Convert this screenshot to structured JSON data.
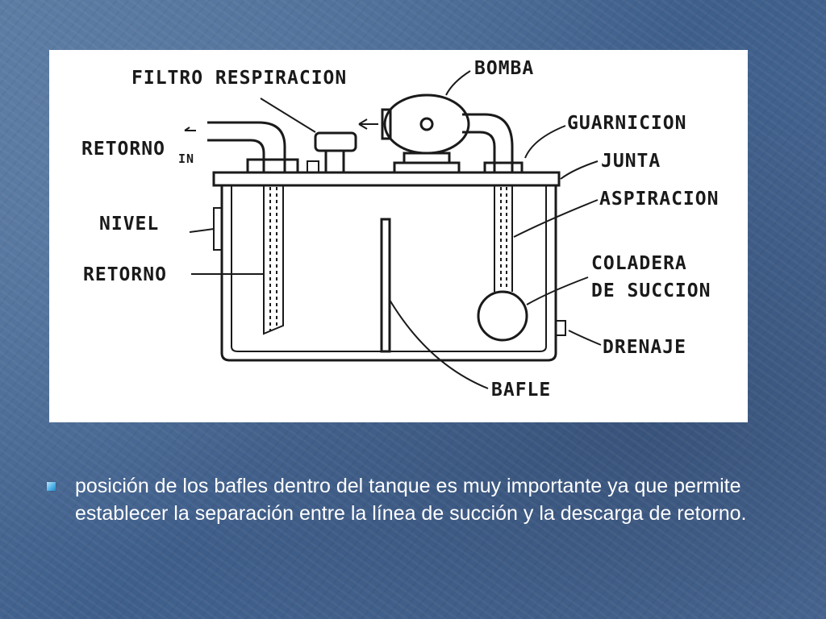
{
  "diagram": {
    "labels": {
      "filtro": "FILTRO RESPIRACION",
      "bomba": "BOMBA",
      "guarnicion": "GUARNICION",
      "junta": "JUNTA",
      "aspiracion": "ASPIRACION",
      "retorno_in": "RETORNO",
      "in": "IN",
      "nivel": "NIVEL",
      "retorno": "RETORNO",
      "coladera_1": "COLADERA",
      "coladera_2": "DE SUCCION",
      "drenaje": "DRENAJE",
      "bafle": "BAFLE"
    }
  },
  "bullet": {
    "text": "posición de los bafles dentro del tanque es muy importante ya que permite establecer la separación entre la línea de succión y la descarga de retorno."
  },
  "colors": {
    "background": "#4a6b96",
    "bullet": "#4bb0e8",
    "text": "#ffffff"
  }
}
